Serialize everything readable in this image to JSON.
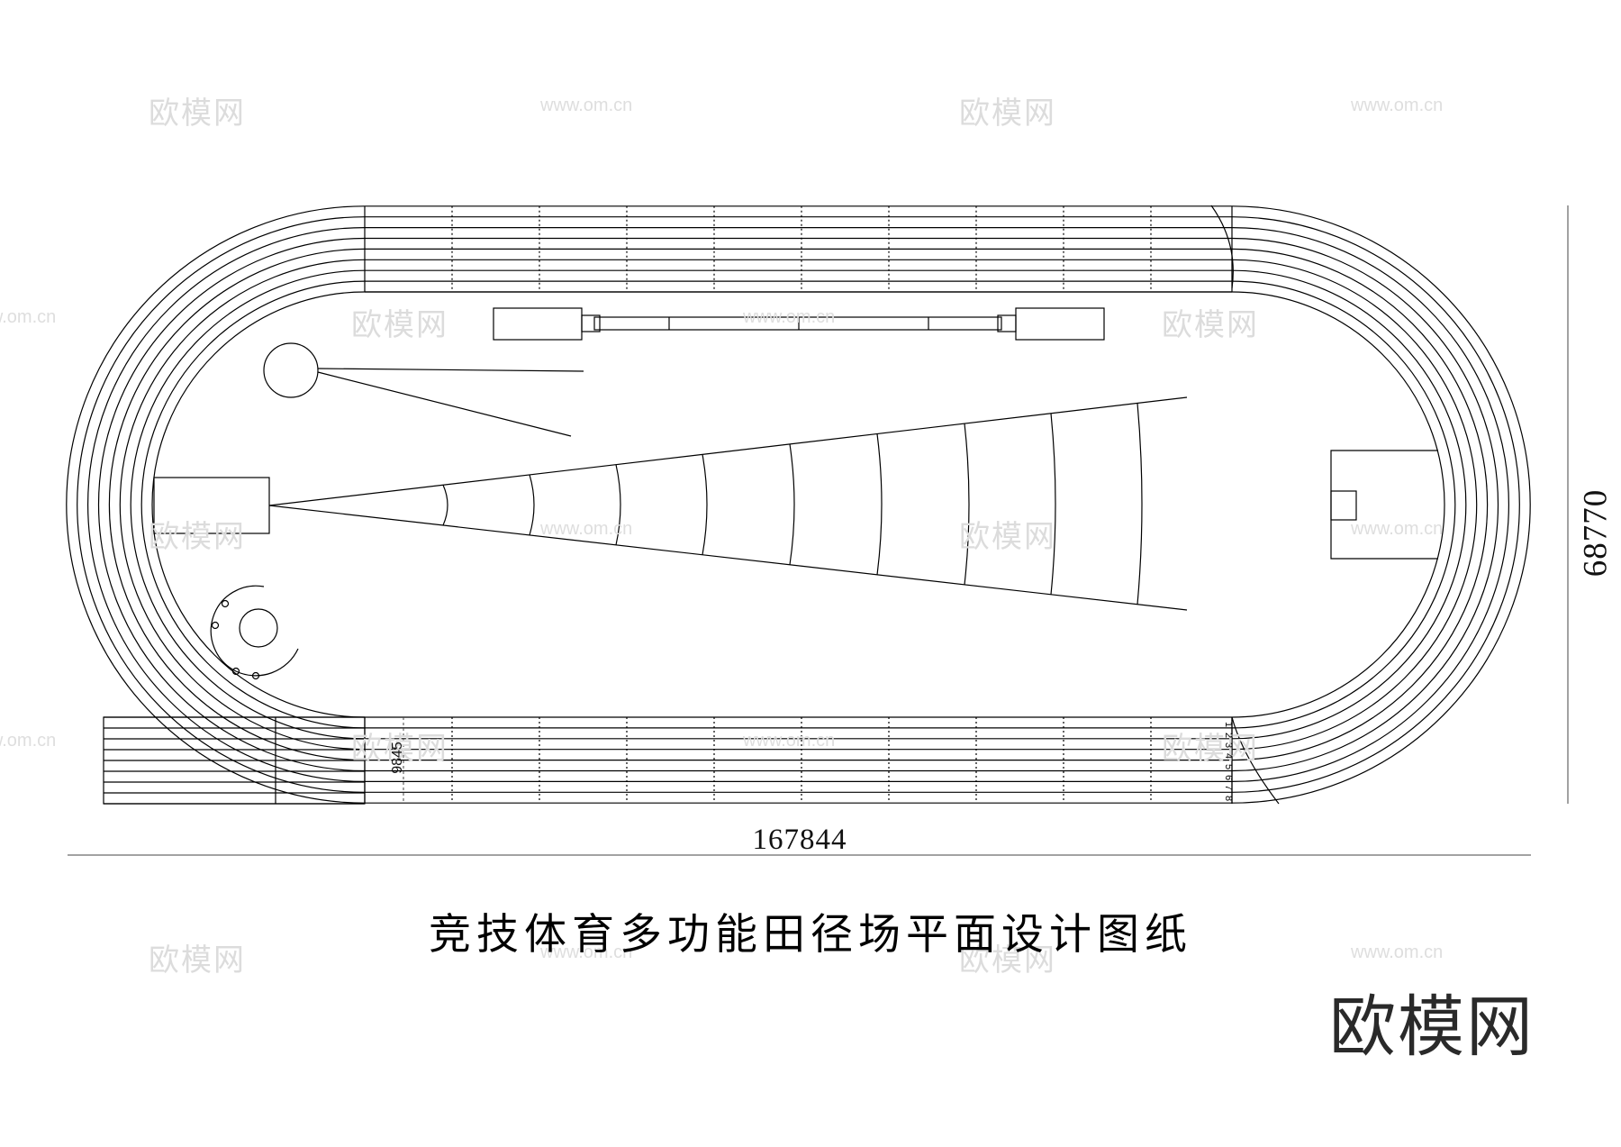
{
  "title": "竞技体育多功能田径场平面设计图纸",
  "dimensions": {
    "overall_length": "167844",
    "overall_width": "68770",
    "straight_width": "9845"
  },
  "lane_numbers": [
    "1",
    "2",
    "3",
    "4",
    "5",
    "6",
    "7",
    "8"
  ],
  "brand": "欧模网",
  "watermark": {
    "text": "欧模网",
    "url": "www.om.cn"
  }
}
